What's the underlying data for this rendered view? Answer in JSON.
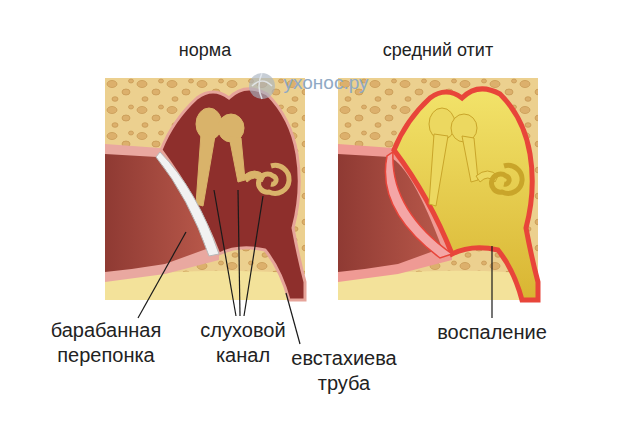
{
  "diagram": {
    "nodes": [
      {
        "text": [
          "норма"
        ]
      },
      {
        "text": [
          "средний отит"
        ]
      }
    ],
    "labels": [
      "ухонос.ру",
      "барабанная перепонка",
      "слуховой канал",
      "евстахиева труба",
      "воспаление"
    ]
  }
}
